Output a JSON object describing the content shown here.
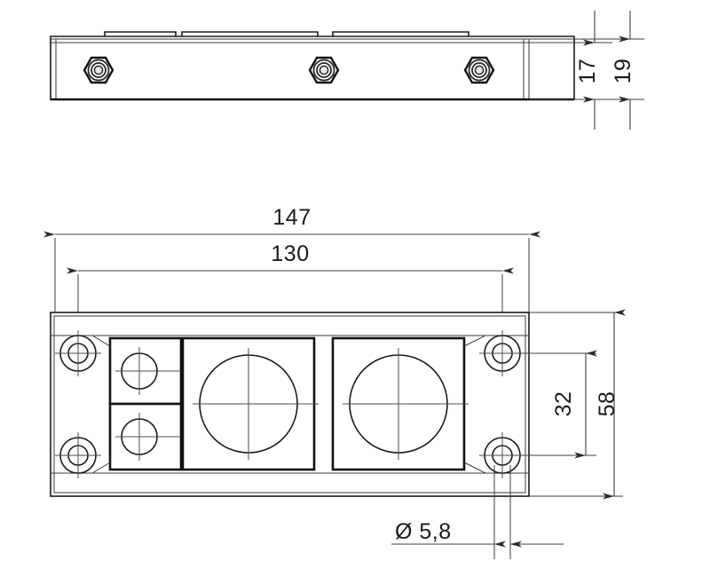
{
  "drawing": {
    "title": "Power module outline drawing",
    "kind": "mechanical-dimension-drawing",
    "units": "mm",
    "background_color": "#ffffff",
    "line_color": "#1a1a1a",
    "text_color": "#1b1b1b",
    "views": [
      {
        "name": "side-view",
        "label": "",
        "features": [
          "baseplate-body",
          "three-terminal-nuts",
          "three-raised-terminal-tabs",
          "mounting-flange-left",
          "mounting-flange-right"
        ]
      },
      {
        "name": "top-view",
        "label": "",
        "features": [
          "baseplate-outline",
          "four-mounting-holes",
          "two-small-terminal-blocks",
          "two-large-terminal-blocks-with-circles"
        ]
      }
    ]
  },
  "dimensions": {
    "height_inner": {
      "value": "17",
      "name": "height-17",
      "view": "side-view",
      "orientation": "vertical"
    },
    "height_outer": {
      "value": "19",
      "name": "height-19",
      "view": "side-view",
      "orientation": "vertical"
    },
    "length_overall": {
      "value": "147",
      "name": "length-147",
      "view": "top-view",
      "orientation": "horizontal"
    },
    "length_hole_pitch": {
      "value": "130",
      "name": "hole-pitch-130",
      "view": "top-view",
      "orientation": "horizontal"
    },
    "width_hole_pitch": {
      "value": "32",
      "name": "hole-pitch-32",
      "view": "top-view",
      "orientation": "vertical"
    },
    "width_overall": {
      "value": "58",
      "name": "width-58",
      "view": "top-view",
      "orientation": "vertical"
    },
    "hole_diameter": {
      "value": "Ø 5,8",
      "symbol": "Ø",
      "number": "5,8",
      "name": "hole-diameter-5-8",
      "view": "top-view",
      "orientation": "horizontal"
    }
  }
}
